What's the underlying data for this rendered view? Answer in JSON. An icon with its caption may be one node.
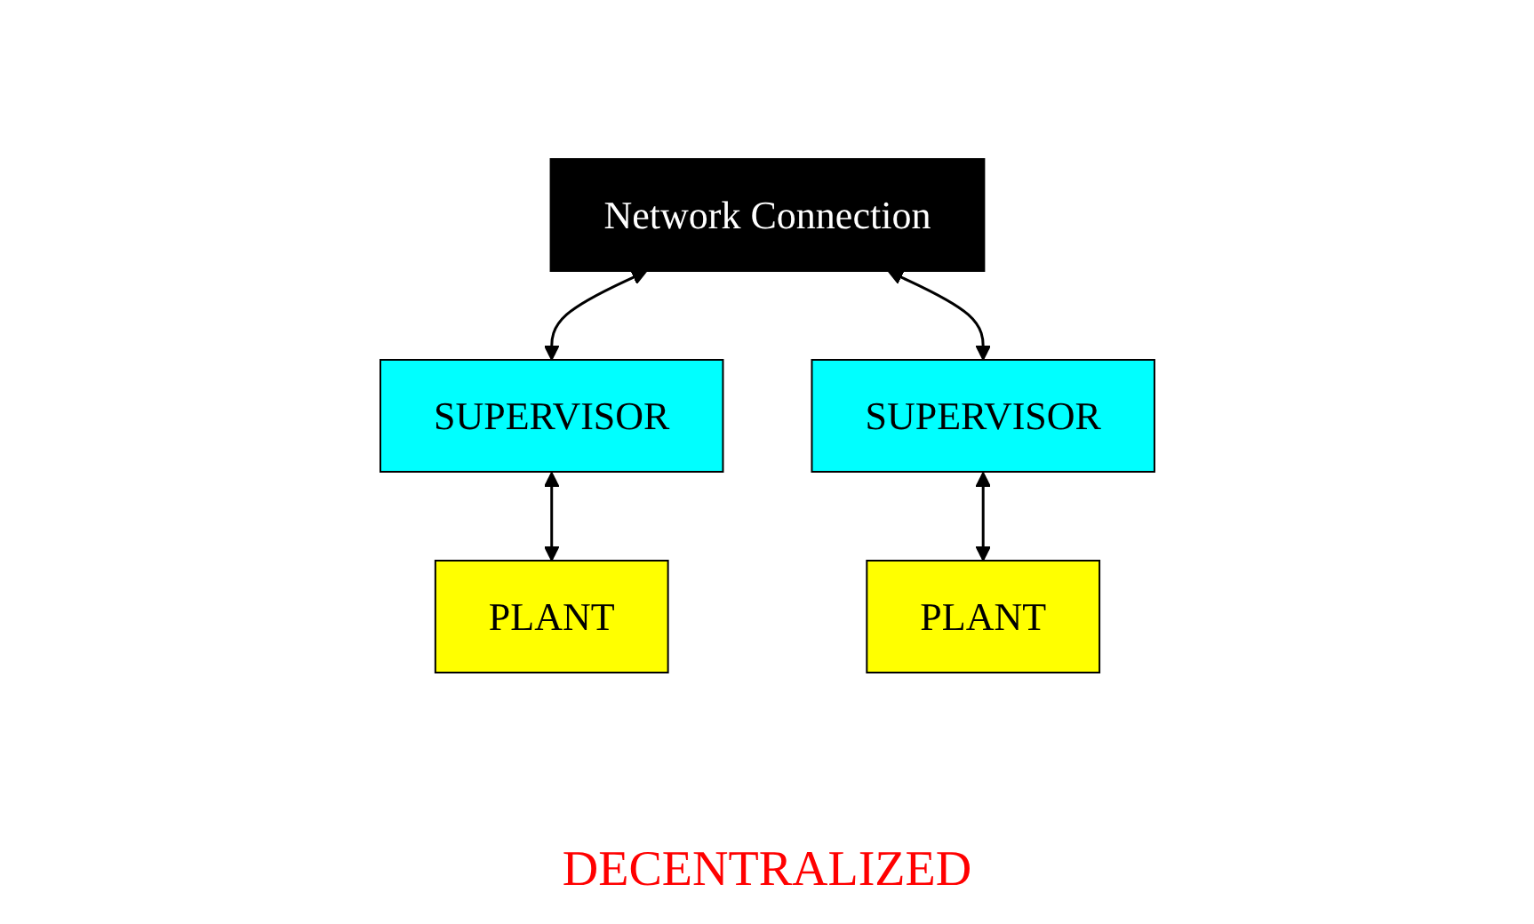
{
  "diagram": {
    "caption": "DECENTRALIZED",
    "nodes": [
      {
        "text": [
          "Network Connection"
        ]
      },
      {
        "text": [
          "SUPERVISOR"
        ]
      },
      {
        "text": [
          "PLANT"
        ]
      },
      {
        "text": [
          "SUPERVISOR"
        ]
      },
      {
        "text": [
          "PLANT"
        ]
      }
    ],
    "edges": [
      {
        "from": 0,
        "to": 1,
        "arrow": "both"
      },
      {
        "from": 1,
        "to": 2,
        "arrow": "both"
      },
      {
        "from": 0,
        "to": 3,
        "arrow": "both"
      },
      {
        "from": 3,
        "to": 4,
        "arrow": "both"
      }
    ]
  }
}
